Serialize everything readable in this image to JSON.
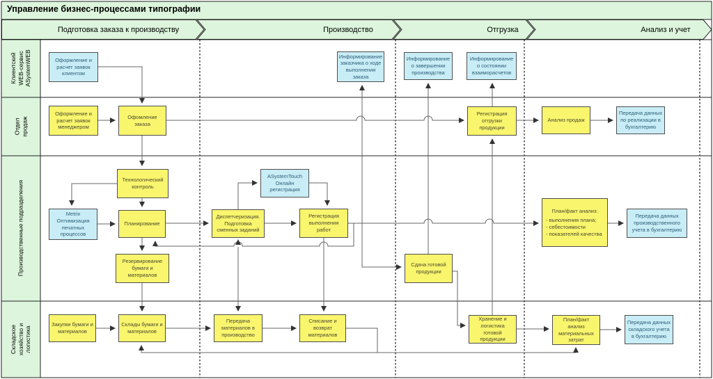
{
  "title": "Управление бизнес-процессами типографии",
  "colors": {
    "lane_green": "#DCF5DC",
    "node_yellow": "#F9F56D",
    "node_blue": "#C9EDF6",
    "line_gray": "#666666",
    "border_dark": "#222222"
  },
  "phases": [
    {
      "label": "Подготовка заказа к производству"
    },
    {
      "label": "Производство"
    },
    {
      "label": "Отгрузка"
    },
    {
      "label": "Анализ и учет"
    }
  ],
  "lanes": [
    {
      "label": "Клиентский\nWEB-сервис\nASystemWEB"
    },
    {
      "label": "Отдел\nпродаж"
    },
    {
      "label": "Производственные подразделения"
    },
    {
      "label": "Складское\nхозяйство и\nлогистика"
    }
  ],
  "nodes": [
    {
      "name": "client-request",
      "kind": "system",
      "label": "Оформление и\nрасчет заявок\nклиентом"
    },
    {
      "name": "inform-order-progress",
      "kind": "system",
      "label": "Информирование\nзаказчика о ходе\nвыполнения\nзаказа"
    },
    {
      "name": "inform-production-done",
      "kind": "system",
      "label": "Информирование\nо завершении\nпроизводства"
    },
    {
      "name": "inform-settlements",
      "kind": "system",
      "label": "Информирование\nо состоянии\nвзаиморасчетов"
    },
    {
      "name": "manager-request",
      "kind": "process",
      "label": "Оформление и\nрасчет заявок\nменеджером"
    },
    {
      "name": "order-registration",
      "kind": "process",
      "label": "Офомление\nзаказа"
    },
    {
      "name": "shipment-registration",
      "kind": "process",
      "label": "Регистрация\nотгрузки\nпродукции"
    },
    {
      "name": "sales-analysis",
      "kind": "process",
      "label": "Анализ продаж"
    },
    {
      "name": "sales-data-to-accounting",
      "kind": "system",
      "label": "Передача данных\nпо реализации в\nбухгалтерию"
    },
    {
      "name": "tech-control",
      "kind": "process",
      "label": "Технологический\nконтроль"
    },
    {
      "name": "asystemtouch-online",
      "kind": "system",
      "label": "ASystemTouch\nОнлайн\nрегистрация"
    },
    {
      "name": "metrix-optimization",
      "kind": "system",
      "label": "Metrix\nОптимизация\nпечатных\nпроцессов"
    },
    {
      "name": "planning",
      "kind": "process",
      "label": "Планирование"
    },
    {
      "name": "dispatching",
      "kind": "process",
      "label": "Диспетчеризация.\nПодготовка\nсменных заданий"
    },
    {
      "name": "work-registration",
      "kind": "process",
      "label": "Регистрация\nвыполнения\nработ"
    },
    {
      "name": "paper-reservation",
      "kind": "process",
      "label": "Резервирование\nбумаги и\nматериалов"
    },
    {
      "name": "finished-goods-delivery",
      "kind": "process",
      "label": "Сдача готовой\nпродукции"
    },
    {
      "name": "plan-fact-analysis",
      "kind": "process",
      "label": "План/факт анализ:",
      "bullets": "- выполнения плана;\n- себестоимости\n- показателей качества"
    },
    {
      "name": "production-data-to-accounting",
      "kind": "system",
      "label": "Передача данных\nпроизводственного\nучета в бухгалтерию"
    },
    {
      "name": "paper-purchasing",
      "kind": "process",
      "label": "Закупки бумаги и\nматериалов"
    },
    {
      "name": "paper-warehouses",
      "kind": "process",
      "label": "Склады бумаги и\nматериалов"
    },
    {
      "name": "materials-transfer",
      "kind": "process",
      "label": "Передача\nматериалов в\nпроизводство"
    },
    {
      "name": "writeoff-return",
      "kind": "process",
      "label": "Списание и\nвозврат\nматериалов"
    },
    {
      "name": "storage-logistics",
      "kind": "process",
      "label": "Хранение и\nлогистика\nготовой\nпродукции"
    },
    {
      "name": "plan-fact-material-costs",
      "kind": "process",
      "label": "План/факт\nанализ\nматериальных\nзатрат"
    },
    {
      "name": "warehouse-data-to-accounting",
      "kind": "system",
      "label": "Передача данных\nскладского учета\nв бухгалтерию"
    }
  ]
}
